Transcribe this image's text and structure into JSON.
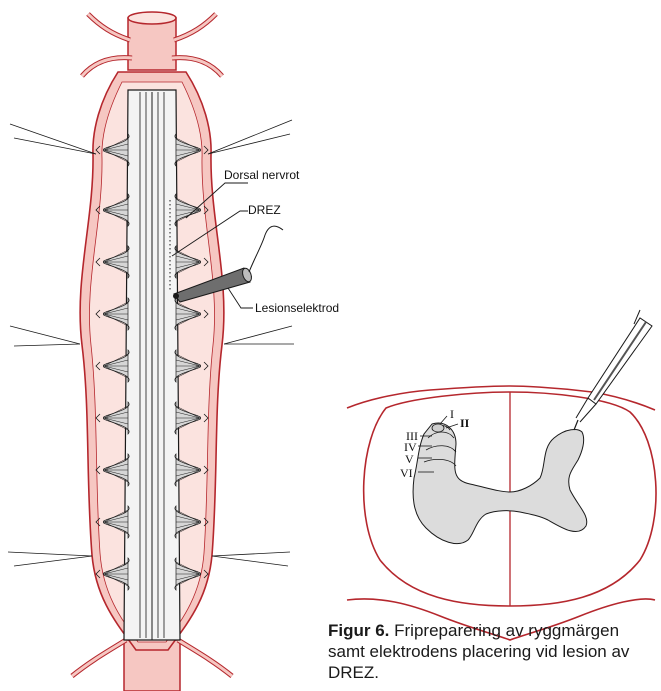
{
  "colors": {
    "vessel_stroke": "#b5272d",
    "vessel_fill": "#f6c7c2",
    "vessel_fill_light": "#fbe3df",
    "cord_fill": "#f0f0f0",
    "grey_matter": "#d9d9d9",
    "line": "#1a1a1a"
  },
  "labels": {
    "dorsal_root": "Dorsal nervrot",
    "drez": "DREZ",
    "electrode": "Lesionselektrod"
  },
  "laminae": [
    "I",
    "II",
    "III",
    "IV",
    "V",
    "VI"
  ],
  "caption": {
    "figure_no": "Figur 6.",
    "text": "Fripreparering av ryggmärgen samt elektrodens placering vid lesion av DREZ."
  }
}
